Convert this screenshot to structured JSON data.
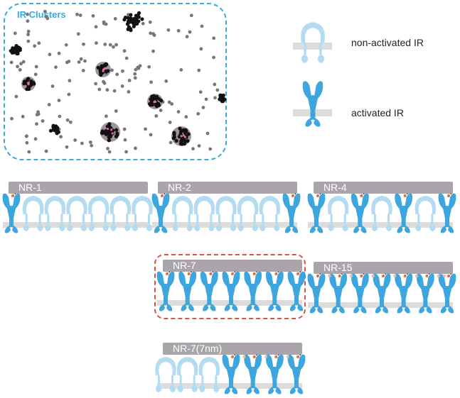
{
  "cluster_panel": {
    "title": "IR Clusters"
  },
  "legend": {
    "non_activated_label": "non-activated IR",
    "activated_label": "activated IR"
  },
  "colors": {
    "activated": "#3ea6df",
    "non_activated": "#b3dcf3",
    "cluster_outline": "#39a9dc",
    "highlight": "#d9533f",
    "label_bar": "#a9a5ab",
    "membrane": "#dcdcdc",
    "linker_dot": "#e0703a"
  },
  "panels": [
    {
      "id": "nr1",
      "label": "NR-1",
      "pattern": "aiiiiii",
      "linkers": 1
    },
    {
      "id": "nr2",
      "label": "NR-2",
      "pattern": "aiiiiia",
      "linkers": 2
    },
    {
      "id": "nr4",
      "label": "NR-4",
      "pattern": "aiaiaia",
      "linkers": 4
    },
    {
      "id": "nr7",
      "label": "NR-7",
      "pattern": "aaaaaaa",
      "linkers": 7,
      "highlighted": true
    },
    {
      "id": "nr15",
      "label": "NR-15",
      "pattern": "aaaaaaa",
      "linkers": 15
    },
    {
      "id": "nr7-7nm",
      "label": "NR-7(7nm)",
      "pattern": "iiiaaaa",
      "linkers": 7
    }
  ]
}
